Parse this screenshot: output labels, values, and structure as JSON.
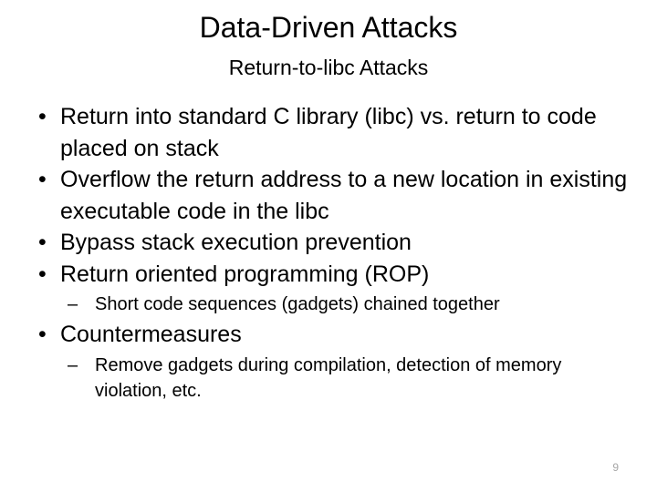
{
  "slide": {
    "title": "Data-Driven Attacks",
    "subtitle": "Return-to-libc Attacks",
    "page_number": "9",
    "colors": {
      "background": "#ffffff",
      "text": "#000000",
      "page_number": "#a6a6a6"
    },
    "bullet_glyph": "•",
    "dash_glyph": "–",
    "content": [
      {
        "level": 1,
        "text": "Return into standard C library (libc) vs. return to code placed on stack"
      },
      {
        "level": 1,
        "text": "Overflow the return address to a new location in existing executable code in the libc"
      },
      {
        "level": 1,
        "text": "Bypass stack execution prevention"
      },
      {
        "level": 1,
        "text": "Return oriented programming (ROP)"
      },
      {
        "level": 2,
        "text": "Short code sequences (gadgets) chained together"
      },
      {
        "level": 1,
        "text": "Countermeasures"
      },
      {
        "level": 2,
        "text": "Remove gadgets during compilation, detection of memory violation, etc."
      }
    ]
  }
}
